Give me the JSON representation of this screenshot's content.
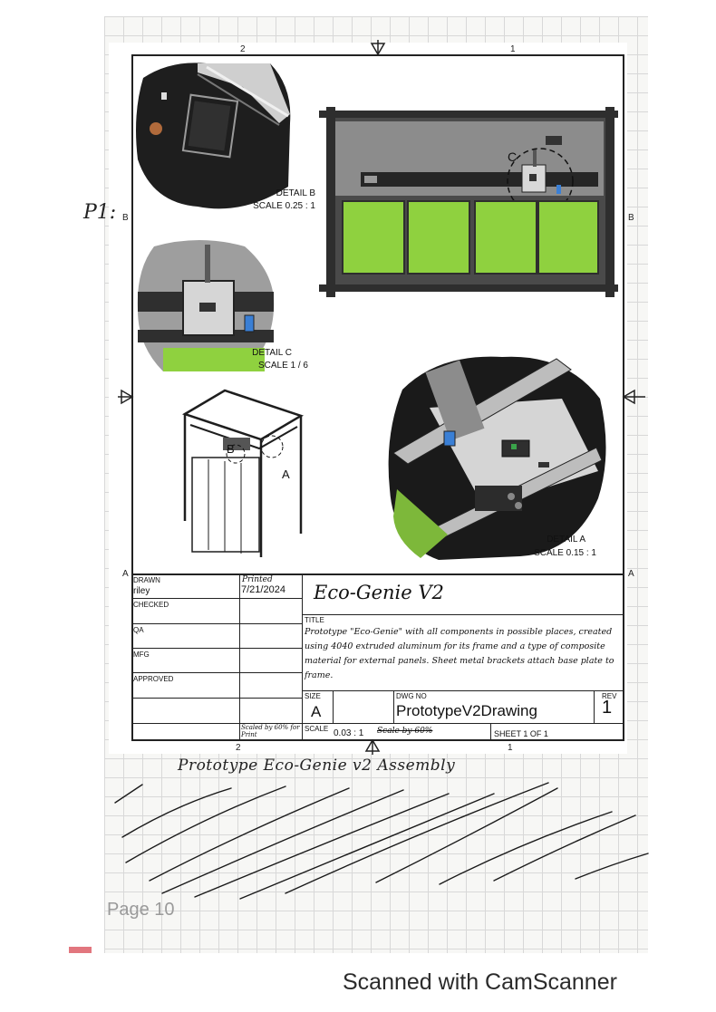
{
  "zones": {
    "top_left": "2",
    "top_right": "1",
    "bottom_left": "2",
    "bottom_right": "1",
    "left_b": "B",
    "right_b": "B",
    "left_a": "A",
    "right_a": "A"
  },
  "margin_note": "P1:",
  "details": {
    "b": {
      "title": "DETAIL B",
      "scale": "SCALE 0.25 : 1"
    },
    "c": {
      "title": "DETAIL C",
      "scale": "SCALE 1 / 6",
      "callout": "C"
    },
    "a": {
      "title": "DETAIL A",
      "scale": "SCALE 0.15 : 1",
      "callout": "A"
    },
    "iso_callout_b": "B"
  },
  "title_block": {
    "drawn_label": "DRAWN",
    "drawn_value": "riley",
    "printed_label": "Printed",
    "printed_date": "7/21/2024",
    "checked_label": "CHECKED",
    "qa_label": "QA",
    "mfg_label": "MFG",
    "approved_label": "APPROVED",
    "project_name": "Eco-Genie V2",
    "title_label": "TITLE",
    "title_text": "Prototype \"Eco-Genie\" with all components in possible places, created using 4040 extruded aluminum for its frame and a type of composite material for external panels. Sheet metal brackets attach base plate to frame.",
    "size_label": "SIZE",
    "size_value": "A",
    "dwg_no_label": "DWG NO",
    "dwg_no_value": "PrototypeV2Drawing",
    "rev_label": "REV",
    "rev_value": "1",
    "scale_note": "Scaled by 60% for Print",
    "scale_label": "SCALE",
    "scale_value": "0.03 : 1",
    "scale_strike": "Scale by 60%",
    "sheet_label": "SHEET 1 OF 1"
  },
  "handwritten_caption": "Prototype Eco-Genie v2 Assembly",
  "page_label": "Page 10",
  "footer": "Scanned with CamScanner",
  "colors": {
    "panel_green": "#8fd13f",
    "dark_metal": "#2e2e2e",
    "plate_gray": "#8c8c8c",
    "accent_blue": "#3a7fd5"
  }
}
